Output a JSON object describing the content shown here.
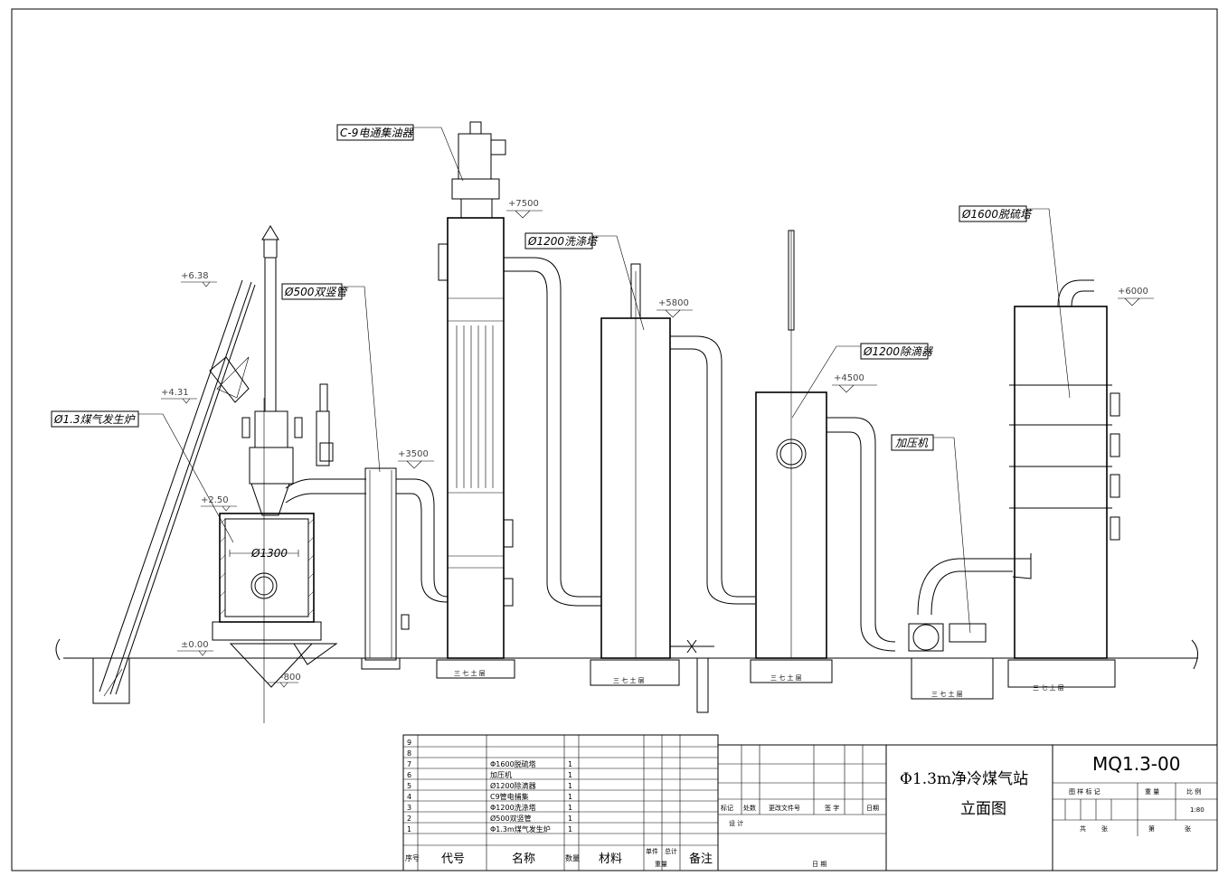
{
  "callouts": {
    "oil_collector": "C-9电通集油器",
    "scrubber": "Ø1200洗涤塔",
    "double_riser": "Ø500双竖管",
    "gasifier": "Ø1.3煤气发生炉",
    "demister": "Ø1200除滴器",
    "booster": "加压机",
    "desulfurizer": "Ø1600脱硫塔"
  },
  "elevations": {
    "e638": "+6.38",
    "e431": "+4.31",
    "e250": "+2.50",
    "e000": "±0.00",
    "eneg800": "-800",
    "e7500": "+7500",
    "e5800": "+5800",
    "e3500": "+3500",
    "e4500": "+4500",
    "e6000": "+6000"
  },
  "dims": {
    "gasifier_diameter": "Ø1300"
  },
  "foundation_label": "三 七 土 层",
  "parts_list": {
    "rows": [
      {
        "no": "9",
        "name": "",
        "qty": ""
      },
      {
        "no": "8",
        "name": "",
        "qty": ""
      },
      {
        "no": "7",
        "name": "Φ1600脱硫塔",
        "qty": "1"
      },
      {
        "no": "6",
        "name": "加压机",
        "qty": "1"
      },
      {
        "no": "5",
        "name": "Ø1200除滴器",
        "qty": "1"
      },
      {
        "no": "4",
        "name": "C9管电捕集",
        "qty": "1"
      },
      {
        "no": "3",
        "name": "Φ1200洗涤塔",
        "qty": "1"
      },
      {
        "no": "2",
        "name": "Ø500双竖管",
        "qty": "1"
      },
      {
        "no": "1",
        "name": "Φ1.3m煤气发生炉",
        "qty": "1"
      }
    ],
    "headers": {
      "seq": "序号",
      "code": "代号",
      "name": "名称",
      "qty": "数量",
      "material": "材料",
      "unit_weight": "单件",
      "total_weight": "总计",
      "weight": "重量",
      "remark": "备注"
    }
  },
  "revision_block": {
    "mark": "标记",
    "count": "处数",
    "change_doc": "更改文件号",
    "signature": "签 字",
    "date": "日期",
    "design": "设 计",
    "date2": "日 期"
  },
  "title_block": {
    "title_line1": "Φ1.3m净冷煤气站",
    "title_line2": "立面图",
    "drawing_no": "MQ1.3-00",
    "stage_mark": "图 样 标 记",
    "weight": "重 量",
    "scale_label": "比 例",
    "scale": "1:80",
    "total": "共",
    "sheets": "张",
    "sheet_no": "第",
    "sheet": "张"
  },
  "colors": {
    "line": "#000000",
    "background": "#ffffff",
    "elevation_text": "#444444"
  }
}
